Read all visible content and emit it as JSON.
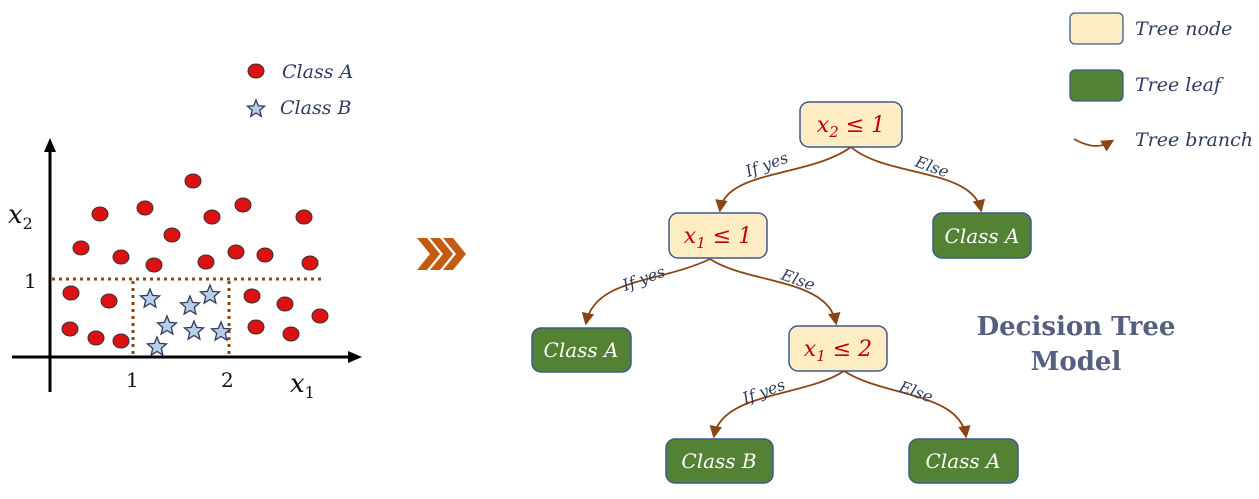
{
  "legend_left": {
    "class_a": "Class A",
    "class_b": "Class B"
  },
  "legend_right": {
    "node": "Tree node",
    "leaf": "Tree leaf",
    "branch": "Tree branch"
  },
  "plot": {
    "x_var": "x",
    "x_sub": "1",
    "y_var": "x",
    "y_sub": "2",
    "x_ticks": [
      "1",
      "2"
    ],
    "y_ticks": [
      "1"
    ]
  },
  "tree": {
    "root": {
      "var": "x",
      "sub": "2",
      "op": " ≤ 1"
    },
    "left_node": {
      "var": "x",
      "sub": "1",
      "op": " ≤ 1"
    },
    "right_node": {
      "var": "x",
      "sub": "1",
      "op": " ≤ 2"
    },
    "leaf_root_else": "Class A",
    "leaf_left_yes": "Class A",
    "leaf_right_yes": "Class B",
    "leaf_right_else": "Class A",
    "label_yes": "If yes",
    "label_else": "Else"
  },
  "title": {
    "line1": "Decision Tree",
    "line2": "Model"
  },
  "colors": {
    "class_a": "#dd1111",
    "class_b": "#b8cde6",
    "node_fill": "#fdecc4",
    "node_stroke": "#3c5a8a",
    "leaf_fill": "#548235",
    "branch": "#8b4513",
    "arrow_chevron": "#c55a11"
  }
}
